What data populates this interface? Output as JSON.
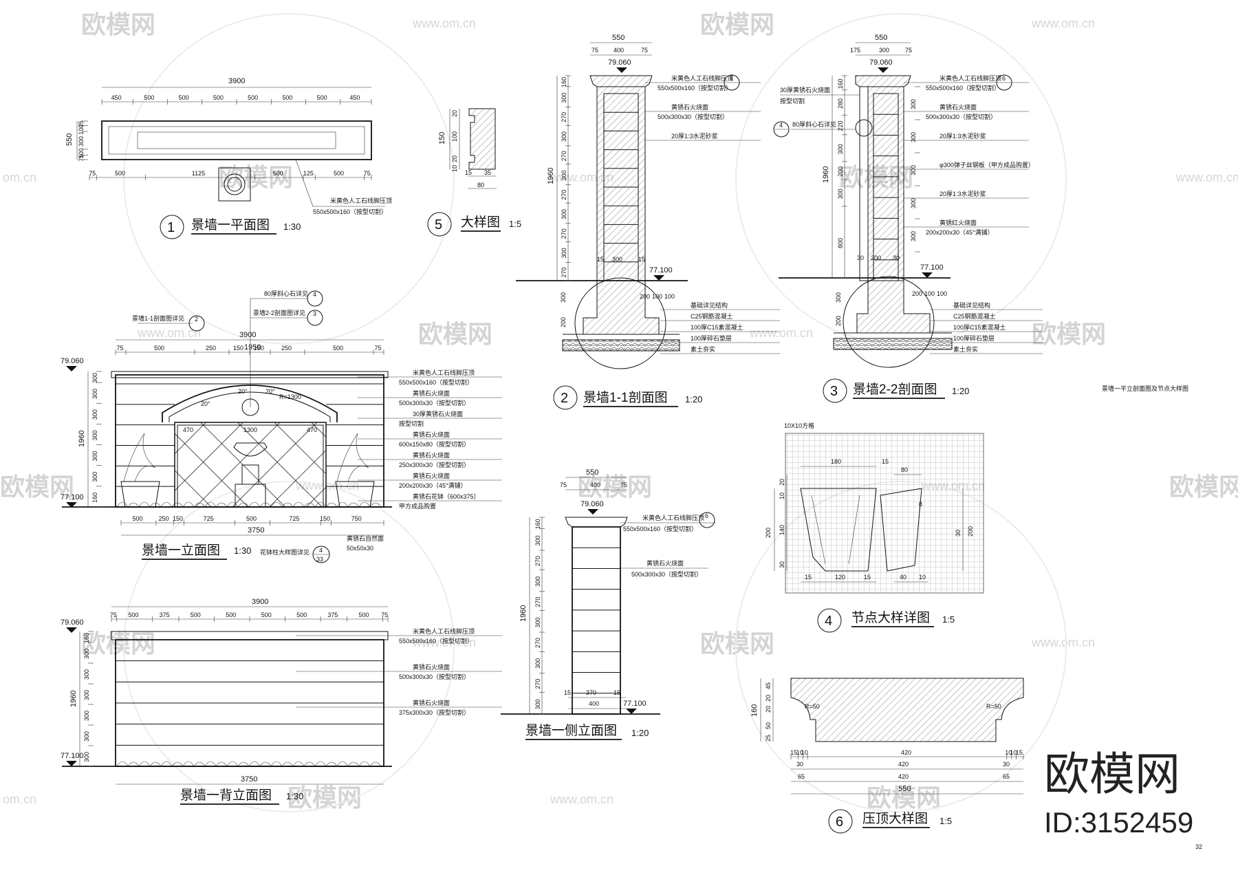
{
  "watermark": {
    "brand": "欧模网",
    "url": "www.om.cn",
    "url_short": "om.cn"
  },
  "brand": {
    "name": "欧模网",
    "id": "ID:3152459"
  },
  "page_number": "32",
  "sheet_note": "景墙一平立剖面图及节点大样图",
  "grid_note": "10X10方格",
  "views": {
    "plan": {
      "num": "1",
      "title": "景墙一平面图",
      "scale": "1:30"
    },
    "sec11": {
      "num": "2",
      "title": "景墙1-1剖面图",
      "scale": "1:20"
    },
    "sec22": {
      "num": "3",
      "title": "景墙2-2剖面图",
      "scale": "1:20"
    },
    "node": {
      "num": "4",
      "title": "节点大样详图",
      "scale": "1:5"
    },
    "detail": {
      "num": "5",
      "title": "大样图",
      "scale": "1:5"
    },
    "cap": {
      "num": "6",
      "title": "压顶大样图",
      "scale": "1:5"
    },
    "elevation": {
      "title": "景墙一立面图",
      "scale": "1:30"
    },
    "back": {
      "title": "景墙一背立面图",
      "scale": "1:30"
    },
    "side": {
      "title": "景墙一侧立面图",
      "scale": "1:20"
    }
  },
  "levels": {
    "top": "79.060",
    "ground": "77.100"
  },
  "plan_dims": {
    "total": "3900",
    "top": [
      "450",
      "500",
      "500",
      "500",
      "500",
      "500",
      "500",
      "450"
    ],
    "bottom": [
      "75",
      "500",
      "1125",
      "500",
      "125",
      "500",
      "75"
    ],
    "left_total": "550",
    "left": [
      "75",
      "100",
      "300",
      "100",
      "75"
    ]
  },
  "plan_notes": {
    "material": "米黄色人工石线脚压顶",
    "spec": "550x500x160（按型切割）"
  },
  "elev_dims": {
    "total": "3900",
    "inner": "1950",
    "top": [
      "75",
      "500",
      "250",
      "150",
      "150",
      "250",
      "500",
      "75"
    ],
    "height": "1960",
    "rows": [
      "300",
      "300",
      "300",
      "300",
      "300",
      "300",
      "160"
    ],
    "bottom": [
      "500",
      "250",
      "150",
      "725",
      "500",
      "725",
      "150",
      "750"
    ],
    "bottom_total": "3750",
    "arch": [
      "20°",
      "20°",
      "20°",
      "R=1300"
    ],
    "inner_w": [
      "470",
      "1300",
      "470"
    ]
  },
  "elev_refs": {
    "r1": {
      "label": "景墙1-1剖面图详见",
      "num": "2"
    },
    "r2": {
      "label": "80厚斜心石详见",
      "num": "4"
    },
    "r3": {
      "label": "景墙2-2剖面图详见",
      "num": "3"
    },
    "r4": {
      "label": "花钵柱大样图详见",
      "num": "4",
      "sheet": "33"
    }
  },
  "elev_notes": [
    {
      "m": "米黄色人工石线脚压顶",
      "s": "550x500x160（按型切割）"
    },
    {
      "m": "黄锈石火烧面",
      "s": "500x300x30（按型切割）"
    },
    {
      "m": "30厚黄锈石火烧面",
      "s": "按型切割"
    },
    {
      "m": "黄锈石火烧面",
      "s": "600x150x80（按型切割）"
    },
    {
      "m": "黄锈石火烧面",
      "s": "250x300x30（按型切割）"
    },
    {
      "m": "黄锈石火烧面",
      "s": "200x200x30（45°满铺）"
    },
    {
      "m": "黄锈石花钵（600x375）",
      "s": "甲方成品购置"
    }
  ],
  "elev_bottom_note": {
    "m": "黄锈石自然面",
    "s": "50x50x30"
  },
  "back_dims": {
    "total": "3900",
    "top": [
      "75",
      "500",
      "375",
      "500",
      "500",
      "500",
      "500",
      "375",
      "500",
      "75"
    ],
    "height": "1960",
    "rows": [
      "160",
      "300",
      "300",
      "300",
      "300",
      "300",
      "300"
    ],
    "bottom": "3750"
  },
  "back_notes": [
    {
      "m": "米黄色人工石线脚压顶",
      "s": "550x500x160（按型切割）"
    },
    {
      "m": "黄锈石火烧面",
      "s": "500x300x30（按型切割）"
    },
    {
      "m": "黄锈石火烧面",
      "s": "375x300x30（按型切割）"
    }
  ],
  "sec_dims": {
    "top": "550",
    "top_parts": [
      "75",
      "400",
      "75"
    ],
    "height": "1960",
    "rows": [
      "160",
      "300",
      "270",
      "300",
      "270",
      "300",
      "270",
      "300",
      "270",
      "300",
      "270"
    ],
    "inner": [
      "15",
      "300",
      "15"
    ],
    "found": [
      "300",
      "200"
    ],
    "found_w": [
      "200",
      "100",
      "100"
    ]
  },
  "sec_notes": [
    {
      "m": "米黄色人工石线脚压顶",
      "s": "550x500x160（按型切割）"
    },
    {
      "m": "黄锈石火烧面",
      "s": "500x300x30（按型切割）"
    },
    {
      "m": "20厚1:3水泥砂浆",
      "s": ""
    },
    {
      "m": "基础详见结构",
      "s": ""
    },
    {
      "m": "C25钢筋混凝土",
      "s": ""
    },
    {
      "m": "100厚C15素混凝土",
      "s": ""
    },
    {
      "m": "100厚碎石垫层",
      "s": ""
    },
    {
      "m": "素土夯实",
      "s": ""
    }
  ],
  "sec2_dims": {
    "top": "550",
    "top_parts": [
      "175",
      "300",
      "75"
    ],
    "height": "1960",
    "rows": [
      "160",
      "280",
      "220",
      "300",
      "200",
      "300",
      "800"
    ],
    "right_rows": [
      "300",
      "300",
      "300",
      "300",
      "300"
    ],
    "inner": [
      "30",
      "200",
      "30"
    ],
    "found": [
      "300",
      "200"
    ],
    "found_w": [
      "200",
      "100",
      "100"
    ]
  },
  "sec2_notes": [
    {
      "m": "30厚黄锈石火烧面",
      "s": "按型切割"
    },
    {
      "m": "80厚斜心石详见",
      "s": ""
    },
    {
      "m": "米黄色人工石线脚压顶",
      "s": "550x500x160（按型切割）"
    },
    {
      "m": "黄锈石火烧面",
      "s": "500x300x30（按型切割）"
    },
    {
      "m": "20厚1:3水泥砂浆",
      "s": ""
    },
    {
      "m": "φ300弹子丝钢板（甲方成品购置）",
      "s": ""
    },
    {
      "m": "20厚1:3水泥砂浆",
      "s": ""
    },
    {
      "m": "黄锈红火烧面",
      "s": "200x200x30（45°满铺）"
    },
    {
      "m": "基础详见结构",
      "s": ""
    },
    {
      "m": "C25钢筋混凝土",
      "s": ""
    },
    {
      "m": "100厚C15素混凝土",
      "s": ""
    },
    {
      "m": "100厚碎石垫层",
      "s": ""
    },
    {
      "m": "素土夯实",
      "s": ""
    }
  ],
  "side_dims": {
    "top": "550",
    "top_parts": [
      "75",
      "400",
      "75"
    ],
    "height": "1960",
    "rows": [
      "160",
      "300",
      "270",
      "300",
      "270",
      "300",
      "270",
      "300",
      "270",
      "300"
    ],
    "bottom": [
      "15",
      "370",
      "15"
    ],
    "bottom_total": "400"
  },
  "side_notes": [
    {
      "m": "米黄色人工石线脚压顶",
      "s": "550x500x160（按型切割）"
    },
    {
      "m": "黄锈石火烧面",
      "s": "500x300x30（按型切割）"
    }
  ],
  "detail_dims": {
    "height": "150",
    "parts": [
      "20",
      "100",
      "20",
      "10"
    ],
    "bottom": [
      "15",
      "35"
    ],
    "bottom_total": "80"
  },
  "node_dims": {
    "top_a": [
      "180",
      "15"
    ],
    "top_b": "80",
    "left": [
      "20",
      "10",
      "140",
      "30"
    ],
    "left_total": "200",
    "right_b": [
      "30",
      "200"
    ],
    "bottom": [
      "15",
      "120",
      "15"
    ],
    "bottom_b": [
      "40",
      "10"
    ],
    "side": "8"
  },
  "cap_dims": {
    "left": [
      "45",
      "20",
      "20",
      "50",
      "25"
    ],
    "left_total": "160",
    "radii": [
      "R=50",
      "R=50"
    ],
    "row1": [
      "15",
      "10",
      "10",
      "420",
      "10",
      "10",
      "15"
    ],
    "row2": [
      "30",
      "420",
      "30"
    ],
    "row3": [
      "65",
      "420",
      "65"
    ],
    "total": "550"
  }
}
